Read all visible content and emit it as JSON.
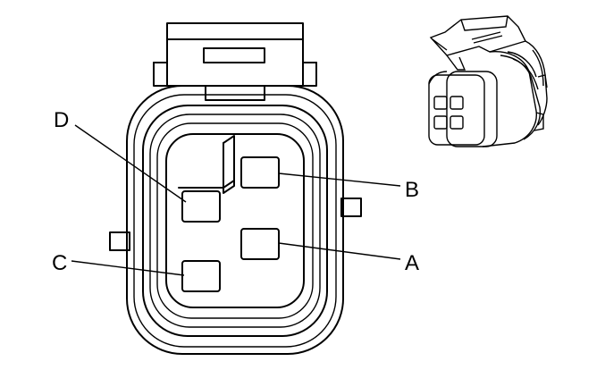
{
  "diagram": {
    "pins": [
      {
        "id": "A",
        "label": "A"
      },
      {
        "id": "B",
        "label": "B"
      },
      {
        "id": "C",
        "label": "C"
      },
      {
        "id": "D",
        "label": "D"
      }
    ]
  },
  "colors": {
    "line": "#000000",
    "background": "#ffffff"
  }
}
